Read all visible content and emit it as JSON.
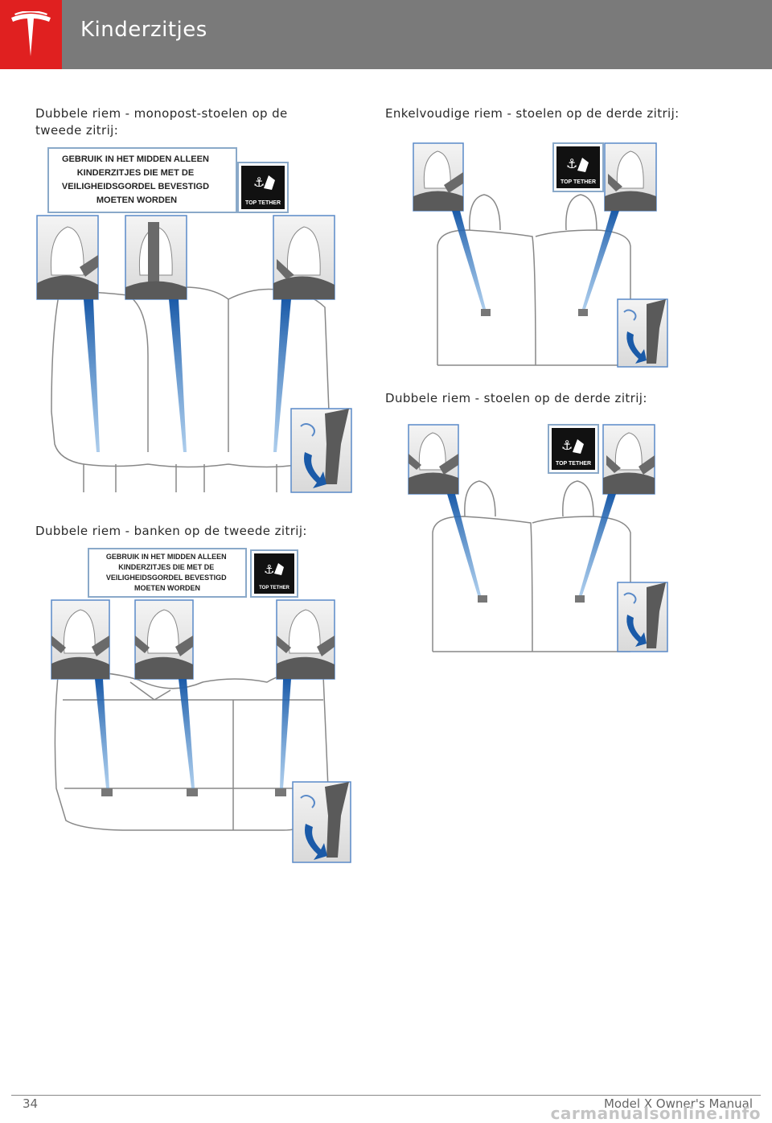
{
  "header": {
    "title": "Kinderzitjes",
    "logo": "tesla-logo",
    "colors": {
      "bar": "#7a7a7a",
      "logo_bg": "#e02020"
    }
  },
  "sections": [
    {
      "id": "fig1",
      "caption": "Dubbele riem - monopost-stoelen op de tweede zitrij:"
    },
    {
      "id": "fig2",
      "caption": "Dubbele riem - banken op de tweede zitrij:"
    },
    {
      "id": "fig3",
      "caption": "Enkelvoudige riem - stoelen op de derde zitrij:"
    },
    {
      "id": "fig4",
      "caption": "Dubbele riem - stoelen op de derde zitrij:"
    }
  ],
  "warning_label": {
    "lines": [
      "GEBRUIK IN HET MIDDEN ALLEEN",
      "KINDERZITJES DIE MET DE",
      "VEILIGHEIDSGORDEL BEVESTIGD",
      "MOETEN WORDEN"
    ]
  },
  "tether_label": "TOP TETHER",
  "footer": {
    "page_number": "34",
    "manual_name": "Model X Owner's Manual",
    "watermark": "carmanualsonline.info"
  }
}
